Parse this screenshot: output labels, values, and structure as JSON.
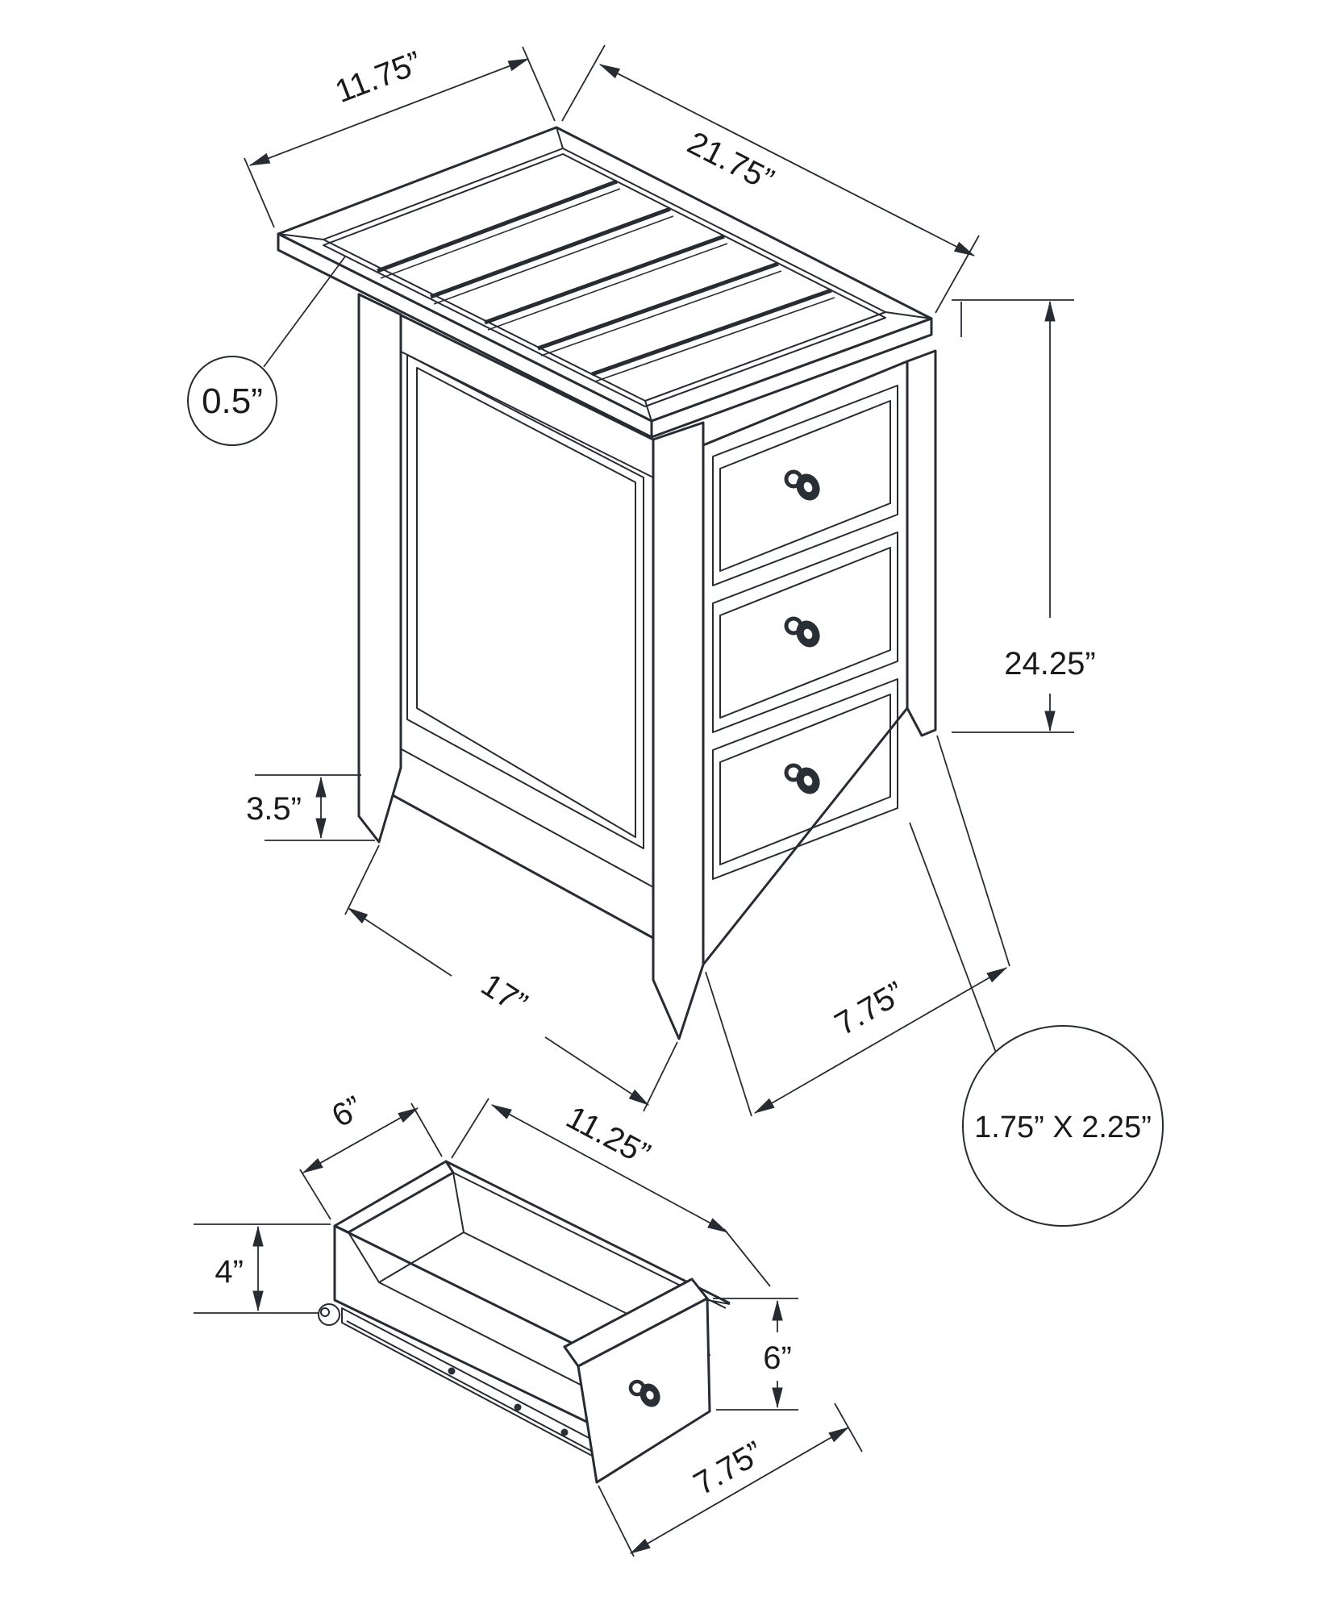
{
  "colors": {
    "line": "#272c33",
    "text": "#1a1a1a",
    "background": "#ffffff",
    "knob": "#2a2f36"
  },
  "diagram": {
    "type": "furniture-dimension-drawing",
    "main_view": {
      "name": "side-table-isometric-view",
      "dims": {
        "top_width": "11.75”",
        "top_depth": "21.75”",
        "top_thickness": "0.5”",
        "height": "24.25”",
        "leg_clearance": "3.5”",
        "side_length": "17”",
        "front_width": "7.75”",
        "leg_cross_section": "1.75” X 2.25”"
      }
    },
    "drawer_view": {
      "name": "drawer-detail-view",
      "dims": {
        "inner_width": "6”",
        "inner_length": "11.25”",
        "box_height": "4”",
        "front_height": "6”",
        "front_width": "7.75”"
      }
    }
  }
}
